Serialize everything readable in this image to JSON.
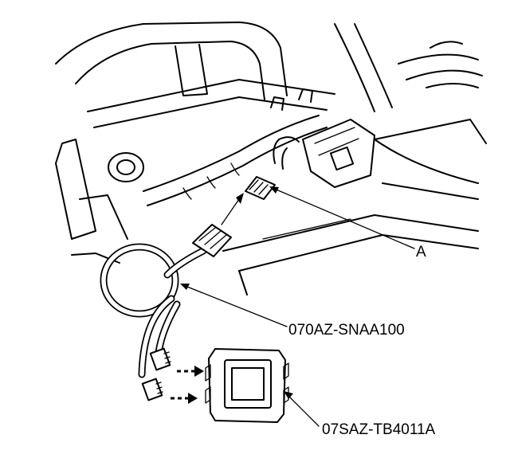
{
  "labels": {
    "callout_a": "A",
    "cable_part": "070AZ-SNAA100",
    "module_part": "07SAZ-TB4011A"
  },
  "colors": {
    "line": "#000000",
    "background": "#ffffff"
  }
}
